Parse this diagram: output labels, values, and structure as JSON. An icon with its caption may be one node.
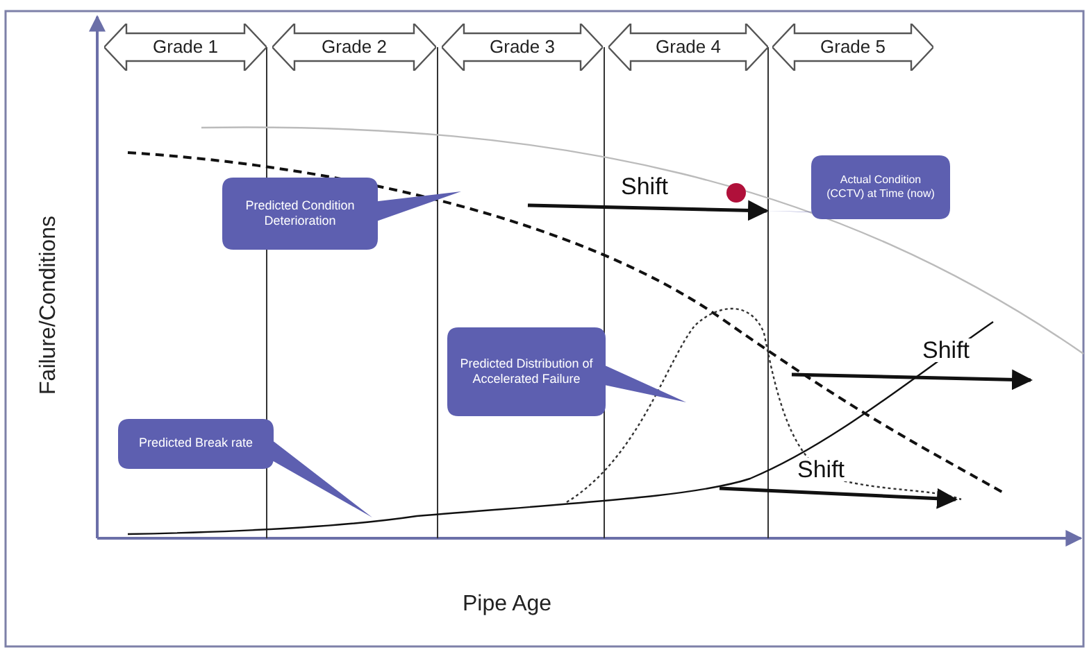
{
  "diagram": {
    "nodes": [
      {
        "text": [
          "Grade 1"
        ]
      },
      {
        "text": [
          "Grade 2"
        ]
      },
      {
        "text": [
          "Grade 3"
        ]
      },
      {
        "text": [
          "Grade 4"
        ]
      },
      {
        "text": [
          "Grade 5"
        ]
      },
      {
        "text": [
          "Predicted Condition Deterioration"
        ]
      },
      {
        "text": [
          "Actual Condition (CCTV) at Time (now)"
        ]
      },
      {
        "text": [
          "Predicted Distribution of Accelerated Failure"
        ]
      },
      {
        "text": [
          "Predicted Break rate"
        ]
      }
    ],
    "labels": [
      "Shift",
      "Shift",
      "Shift",
      "Failure/Conditions",
      "Pipe Age"
    ]
  }
}
